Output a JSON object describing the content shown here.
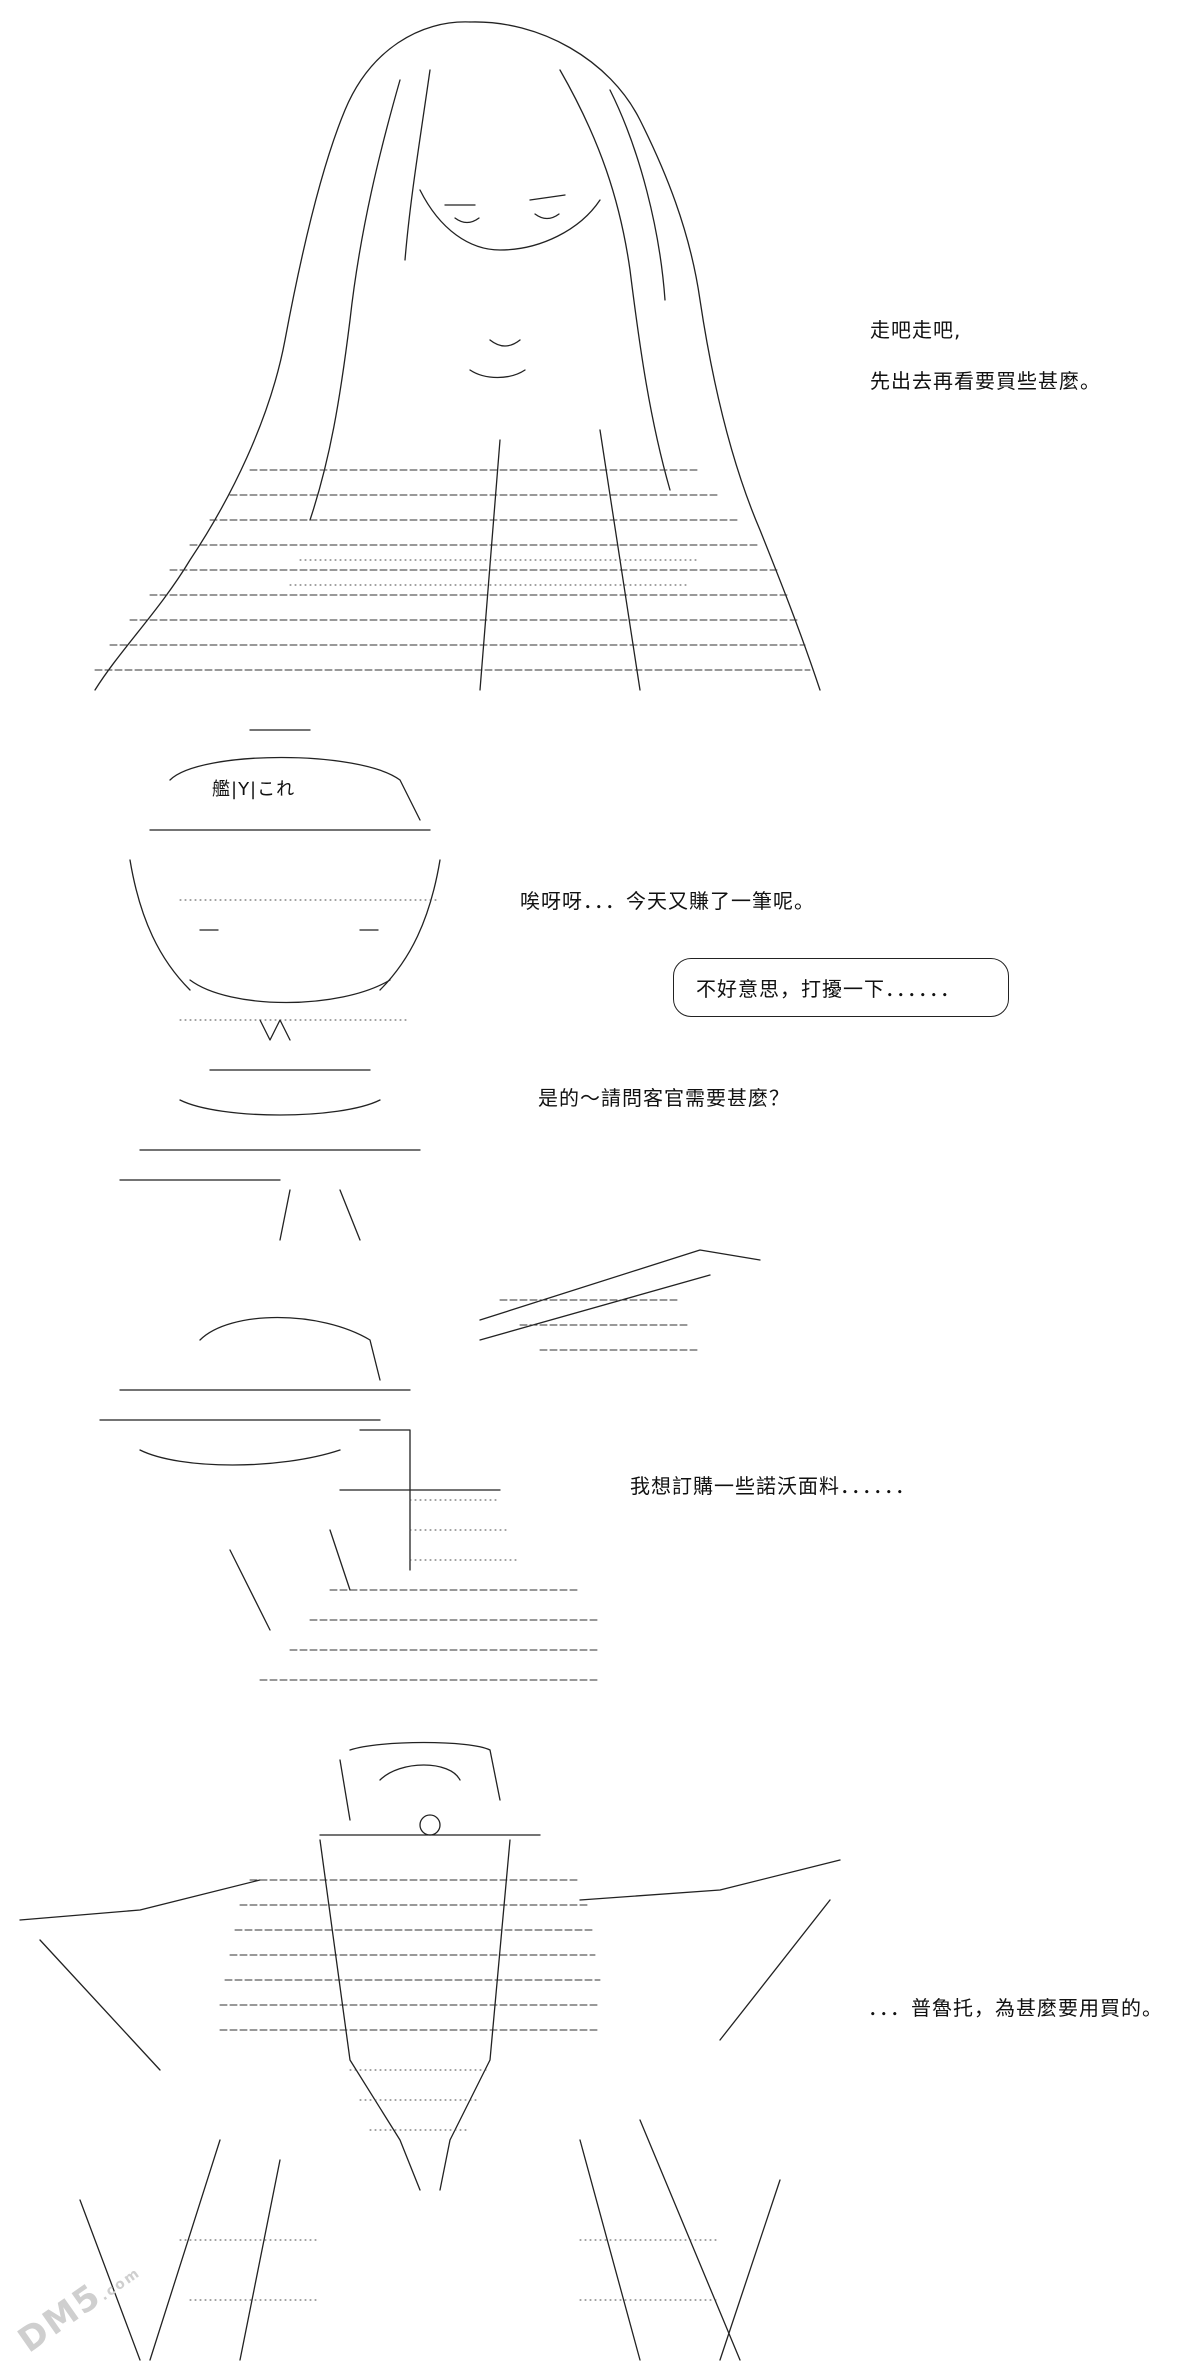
{
  "panels": [
    {
      "lines": [
        "走吧走吧,",
        "先出去再看要買些甚麼。"
      ]
    },
    {
      "lines": [
        "唉呀呀．．．今天又賺了一筆呢。"
      ],
      "bubble": "不好意思，打擾一下．．．．．．",
      "reply": "是的～請問客官需要甚麼？",
      "sign": "艦|Y|これ"
    },
    {
      "lines": [
        "我想訂購一些諾沃面料．．．．．．"
      ]
    },
    {
      "lines": [
        "．．．普魯托，為甚麼要用買的。"
      ]
    }
  ],
  "watermark": {
    "main": "DM5",
    "sub": ".com"
  }
}
